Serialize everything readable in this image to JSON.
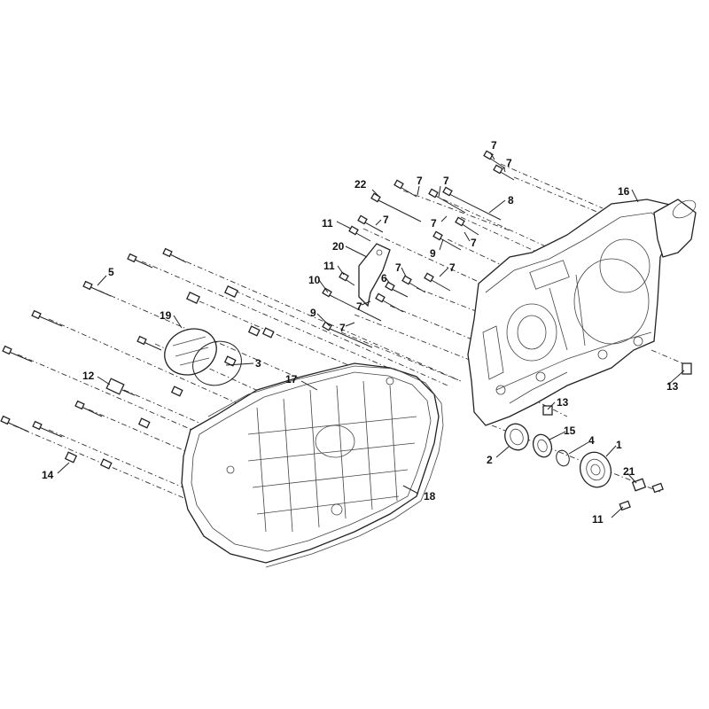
{
  "diagram": {
    "callouts": [
      {
        "id": "c7a",
        "text": "7"
      },
      {
        "id": "c7b",
        "text": "7"
      },
      {
        "id": "c16",
        "text": "16"
      },
      {
        "id": "c22",
        "text": "22"
      },
      {
        "id": "c7c",
        "text": "7"
      },
      {
        "id": "c7d",
        "text": "7"
      },
      {
        "id": "c8",
        "text": "8"
      },
      {
        "id": "c7e",
        "text": "7"
      },
      {
        "id": "c11a",
        "text": "11"
      },
      {
        "id": "c7f",
        "text": "7"
      },
      {
        "id": "c9a",
        "text": "9"
      },
      {
        "id": "c7g",
        "text": "7"
      },
      {
        "id": "c20",
        "text": "20"
      },
      {
        "id": "c11b",
        "text": "11"
      },
      {
        "id": "c7h",
        "text": "7"
      },
      {
        "id": "c7i",
        "text": "7"
      },
      {
        "id": "c6",
        "text": "6"
      },
      {
        "id": "c10",
        "text": "10"
      },
      {
        "id": "c5",
        "text": "5"
      },
      {
        "id": "c19",
        "text": "19"
      },
      {
        "id": "c9b",
        "text": "9"
      },
      {
        "id": "c7j",
        "text": "7"
      },
      {
        "id": "c7k",
        "text": "7"
      },
      {
        "id": "c3",
        "text": "3"
      },
      {
        "id": "c12",
        "text": "12"
      },
      {
        "id": "c17",
        "text": "17"
      },
      {
        "id": "c13a",
        "text": "13"
      },
      {
        "id": "c13b",
        "text": "13"
      },
      {
        "id": "c15",
        "text": "15"
      },
      {
        "id": "c4",
        "text": "4"
      },
      {
        "id": "c1",
        "text": "1"
      },
      {
        "id": "c2",
        "text": "2"
      },
      {
        "id": "c21",
        "text": "21"
      },
      {
        "id": "c18",
        "text": "18"
      },
      {
        "id": "c14",
        "text": "14"
      },
      {
        "id": "c11c",
        "text": "11"
      }
    ]
  }
}
